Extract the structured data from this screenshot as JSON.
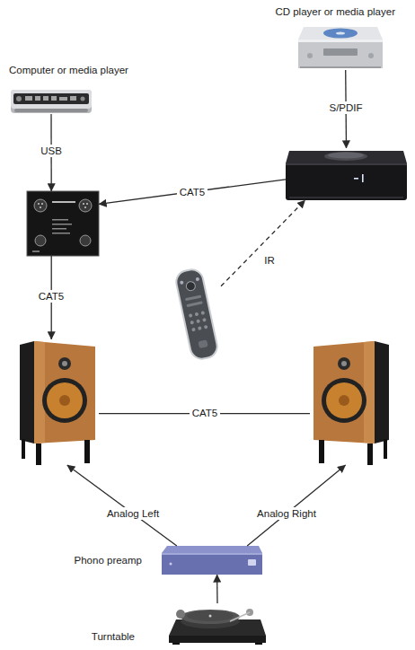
{
  "diagram": {
    "nodes": [
      {
        "text": [
          "Computer or media player"
        ]
      },
      {
        "text": [
          "CD player or media player"
        ]
      },
      {
        "text": []
      },
      {
        "text": []
      },
      {
        "text": []
      },
      {
        "text": []
      },
      {
        "text": []
      },
      {
        "text": [
          "Phono preamp"
        ]
      },
      {
        "text": [
          "Turntable"
        ]
      }
    ],
    "edges": [
      {
        "from": 0,
        "to": 3,
        "label": "USB",
        "arrow": "to"
      },
      {
        "from": 1,
        "to": 2,
        "label": "S/PDIF",
        "arrow": "to"
      },
      {
        "from": 2,
        "to": 3,
        "label": "CAT5",
        "arrow": "to"
      },
      {
        "from": 3,
        "to": 5,
        "label": "CAT5",
        "arrow": "to"
      },
      {
        "from": 5,
        "to": 6,
        "label": "CAT5",
        "arrow": "none"
      },
      {
        "from": 4,
        "to": 2,
        "label": "IR",
        "arrow": "to"
      },
      {
        "from": 7,
        "to": 5,
        "label": "Analog Left",
        "arrow": "to"
      },
      {
        "from": 7,
        "to": 6,
        "label": "Analog Right",
        "arrow": "to"
      },
      {
        "from": 8,
        "to": 7,
        "arrow": "to"
      }
    ]
  }
}
